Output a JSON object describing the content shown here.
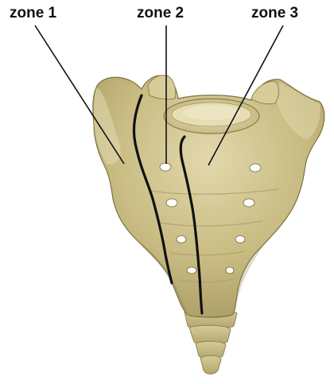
{
  "labels": {
    "zone_1": "zone 1",
    "zone_2": "zone 2",
    "zone_3": "zone 3"
  },
  "colors": {
    "bone_light": "#d9cfa0",
    "bone_mid": "#b9ac72",
    "bone_dark": "#8f8350",
    "bone_outline": "#6f6538",
    "foramen": "#ffffff",
    "zone_line": "#111111"
  }
}
